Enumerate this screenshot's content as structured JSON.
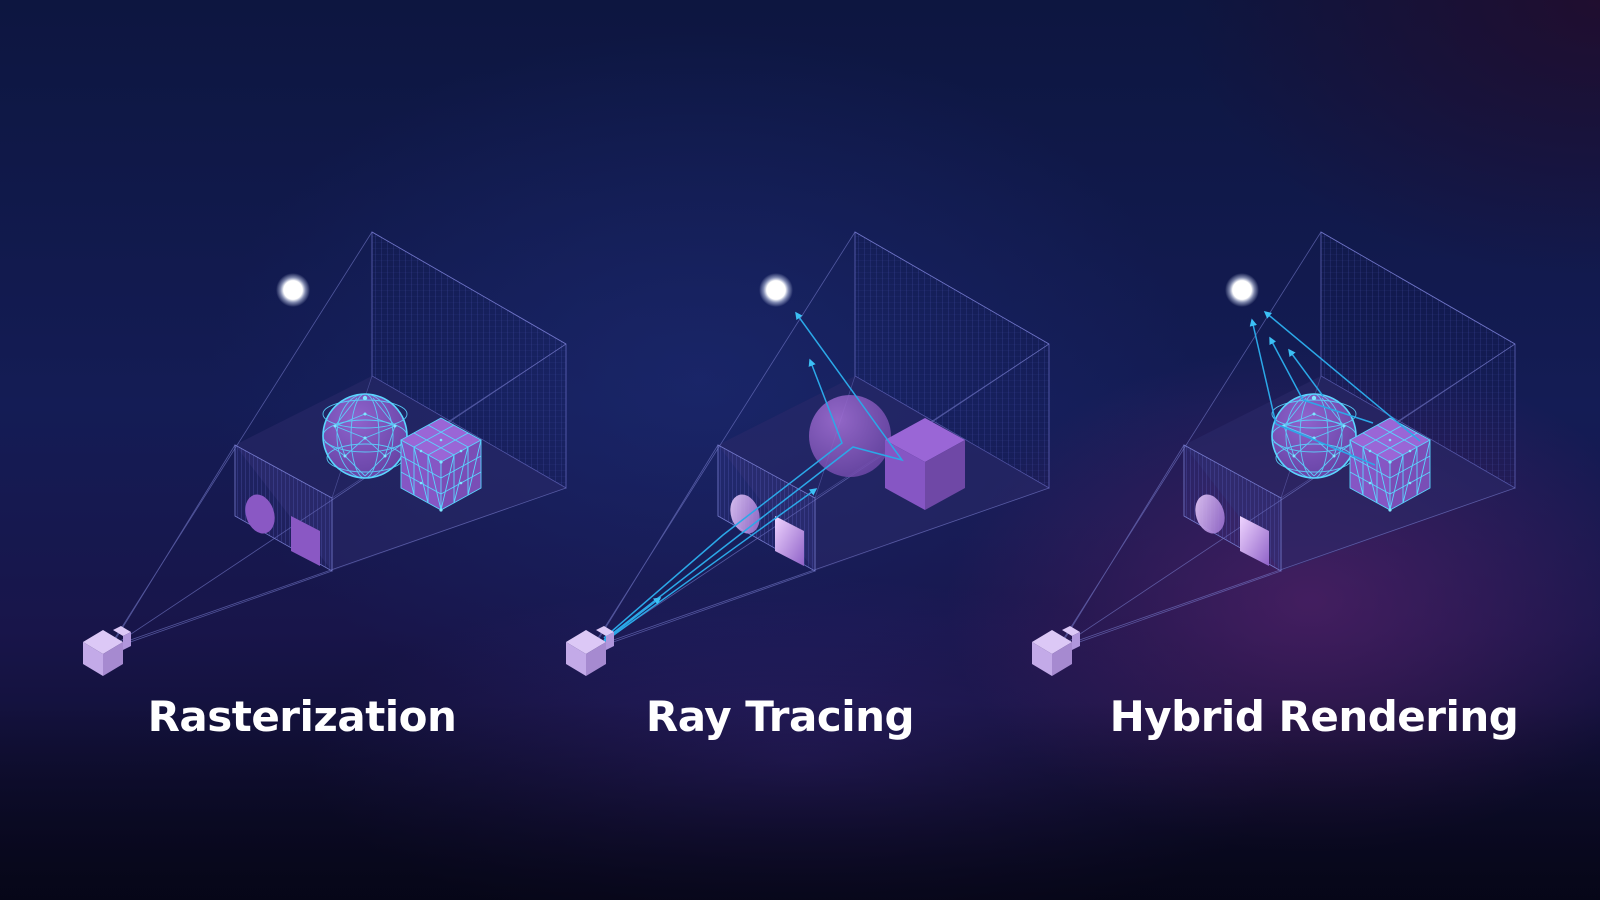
{
  "diagram": {
    "title": "",
    "panels": [
      {
        "id": "rasterization",
        "label": "Rasterization",
        "elements": [
          "camera",
          "light-source",
          "view-frustum",
          "near-plane-grid",
          "far-plane-grid",
          "wireframe-sphere",
          "wireframe-cube",
          "projected-ellipse",
          "projected-square"
        ],
        "rays": 0
      },
      {
        "id": "ray-tracing",
        "label": "Ray Tracing",
        "elements": [
          "camera",
          "light-source",
          "view-frustum",
          "near-plane-grid",
          "far-plane-grid",
          "solid-sphere",
          "solid-cube",
          "projected-ellipse",
          "projected-square",
          "primary-rays",
          "bounce-rays"
        ],
        "rays": 5
      },
      {
        "id": "hybrid-rendering",
        "label": "Hybrid Rendering",
        "elements": [
          "camera",
          "light-source",
          "view-frustum",
          "near-plane-grid",
          "far-plane-grid",
          "wireframe-sphere",
          "wireframe-cube",
          "projected-ellipse",
          "projected-square",
          "shadow-rays"
        ],
        "rays": 4
      }
    ]
  },
  "colors": {
    "background_top": "#0d1640",
    "background_mid": "#141c55",
    "accent_purple": "#8a5cc8",
    "wireframe_cyan": "#4fd2ff",
    "ray_blue": "#29a6e6",
    "camera_lilac": "#c9b2ee",
    "light_white": "#ffffff",
    "label_white": "#ffffff"
  }
}
